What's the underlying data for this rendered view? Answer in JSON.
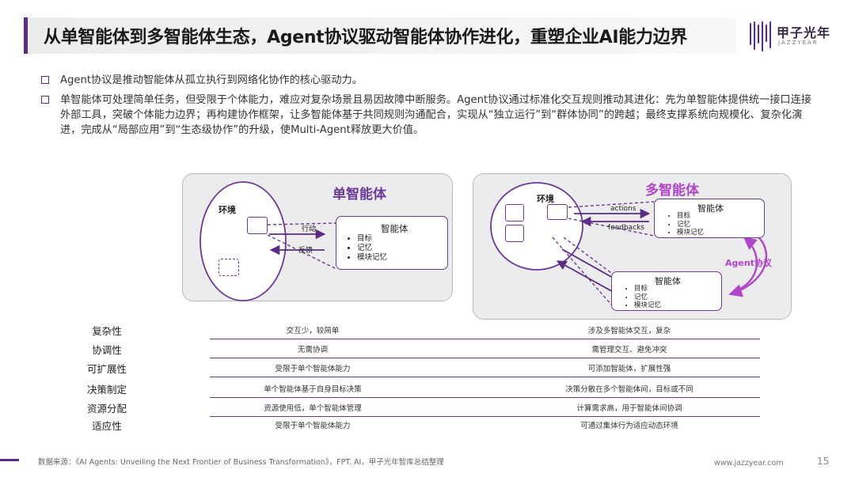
{
  "title": "从单智能体到多智能体生态，Agent协议驱动智能体协作进化，重塑企业AI能力边界",
  "logo": {
    "cn": "甲子光年",
    "en": "JAZZYEAR"
  },
  "bullets": [
    "Agent协议是推动智能体从孤立执行到网络化协作的核心驱动力。",
    "单智能体可处理简单任务，但受限于个体能力，难应对复杂场景且易因故障中断服务。Agent协议通过标准化交互规则推动其进化：先为单智能体提供统一接口连接外部工具，突破个体能力边界；再构建协作框架，让多智能体基于共同规则沟通配合，实现从“独立运行”到“群体协同”的跨越；最终支撑系统向规模化、复杂化演进，完成从“局部应用”到“生态级协作”的升级，使Multi-Agent释放更大价值。"
  ],
  "single_diagram": {
    "title": "单智能体",
    "env_label": "环境",
    "arrow_action": "行动",
    "arrow_feedback": "反馈",
    "agent_title": "智能体",
    "agent_items": [
      "目标",
      "记忆",
      "模块记忆"
    ]
  },
  "multi_diagram": {
    "title": "多智能体",
    "env_label": "环境",
    "arrow_action": "actions",
    "arrow_feedback": "feedbacks",
    "protocol_label": "Agent协议",
    "agent1_title": "智能体",
    "agent1_items": [
      "目标",
      "记忆",
      "模块记忆"
    ],
    "agent2_title": "智能体",
    "agent2_items": [
      "目标",
      "记忆",
      "模块记忆"
    ]
  },
  "comparison": [
    {
      "label": "复杂性",
      "single": "交互少，较简单",
      "multi": "涉及多智能体交互，复杂"
    },
    {
      "label": "协调性",
      "single": "无需协调",
      "multi": "需管理交互、避免冲突"
    },
    {
      "label": "可扩展性",
      "single": "受限于单个智能体能力",
      "multi": "可添加智能体，扩展性强"
    },
    {
      "label": "决策制定",
      "single": "单个智能体基于自身目标决策",
      "multi": "决策分散在多个智能体间，目标或不同"
    },
    {
      "label": "资源分配",
      "single": "资源使用低，单个智能体管理",
      "multi": "计算需求高，用于智能体间协调"
    },
    {
      "label": "适应性",
      "single": "受限于单个智能体能力",
      "multi": "可通过集体行为适应动态环境"
    }
  ],
  "footer": {
    "source": "数据来源：《AI Agents: Unveiling the Next Frontier of Business Transformation》，FPT. AI，甲子光年智库总结整理",
    "url": "www.jazzyear.com",
    "page": "15"
  },
  "colors": {
    "accent": "#5b2b86",
    "protocol": "#b045c8",
    "single_title": "#6a3a96"
  }
}
